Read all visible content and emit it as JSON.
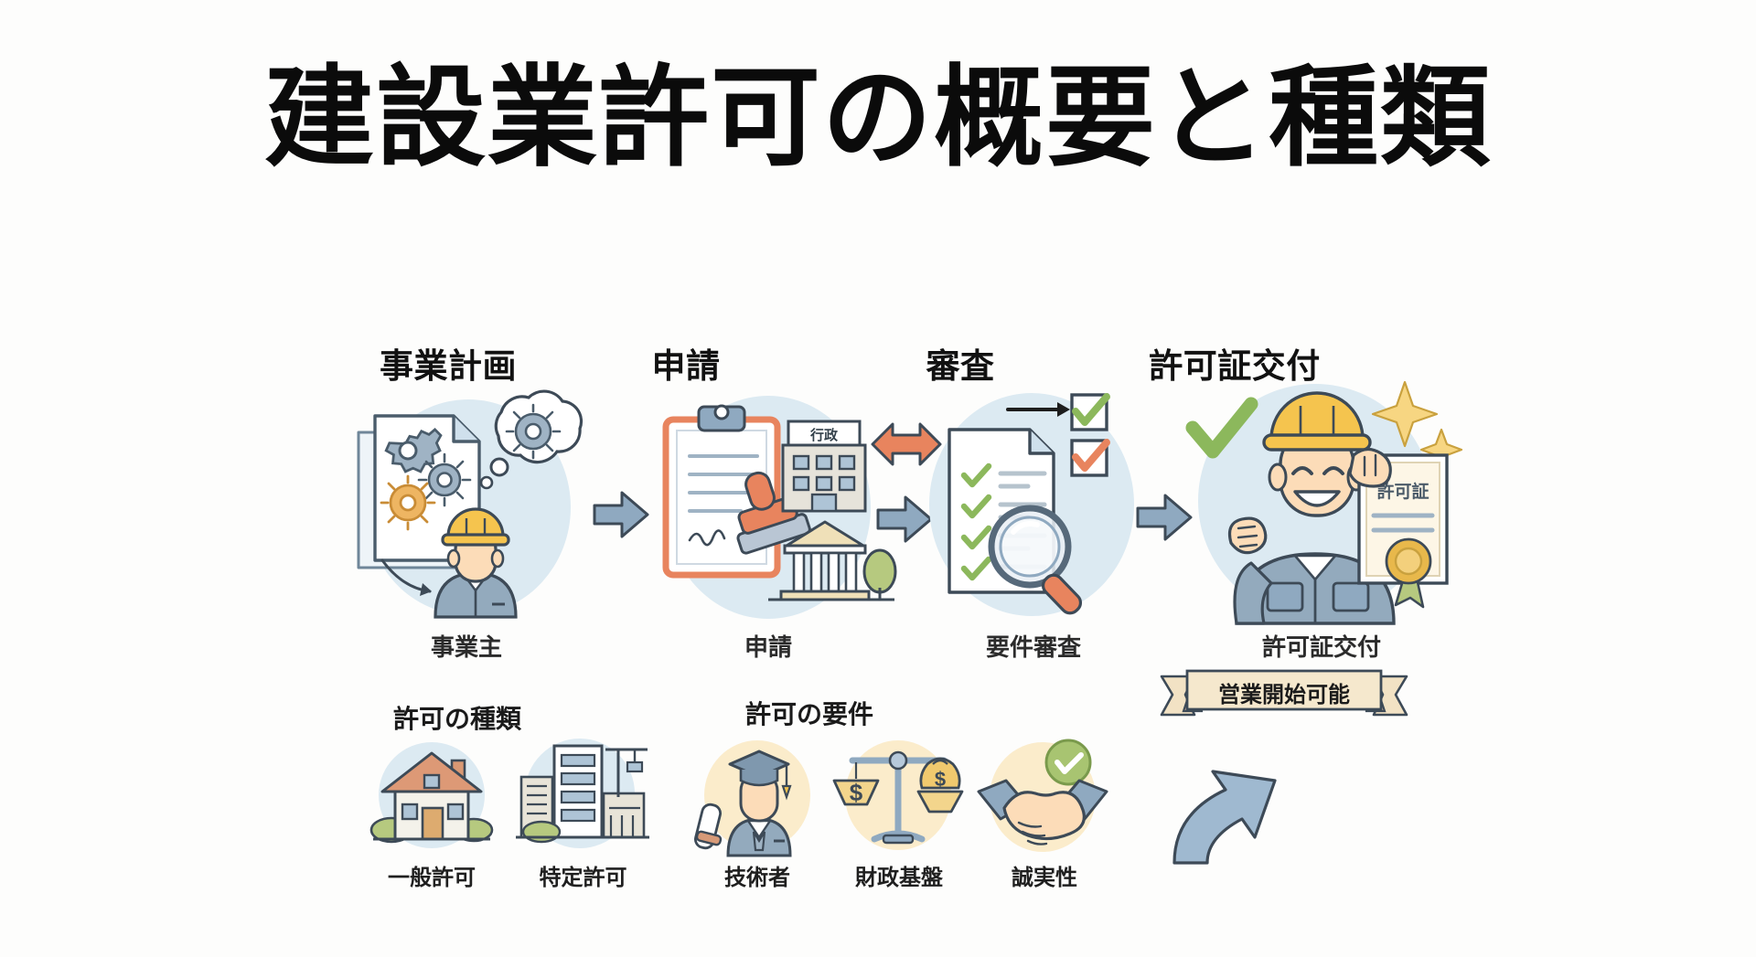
{
  "page": {
    "title": "建設業許可の概要と種類",
    "background_color": "#fdfdfc"
  },
  "palette": {
    "ink": "#3d4a57",
    "blue_gray": "#8fa9c0",
    "light_blue_circle": "#dceaf2",
    "pale_yellow_circle": "#fbeccb",
    "helmet_yellow": "#f5c44e",
    "skin": "#fcdcb8",
    "green_check": "#8cb85c",
    "orange": "#e8845e",
    "uniform_blue": "#93aabd",
    "banner_cream": "#f2e2c4",
    "gold_seal": "#e8b84b"
  },
  "flow": {
    "stages": [
      {
        "id": "plan",
        "heading": "事業計画",
        "caption": "事業主",
        "icon_name": "business-plan-icon"
      },
      {
        "id": "application",
        "heading": "申請",
        "caption": "申請",
        "icon_name": "application-stamp-icon",
        "building_sign": "行政"
      },
      {
        "id": "review",
        "heading": "審査",
        "caption": "要件審査",
        "icon_name": "review-checklist-icon"
      },
      {
        "id": "issuance",
        "heading": "許可証交付",
        "caption": "許可証交付",
        "icon_name": "permit-issued-icon",
        "certificate_label": "許可証"
      }
    ],
    "connectors": [
      {
        "id": "arrow-1",
        "style": "blue",
        "direction": "right"
      },
      {
        "id": "arrow-2",
        "style": "blue",
        "direction": "right"
      },
      {
        "id": "arrow-2-exchange",
        "style": "orange",
        "direction": "both"
      },
      {
        "id": "arrow-3",
        "style": "blue",
        "direction": "right"
      }
    ]
  },
  "permit_types": {
    "heading": "許可の種類",
    "items": [
      {
        "label": "一般許可",
        "icon_name": "house-icon"
      },
      {
        "label": "特定許可",
        "icon_name": "buildings-crane-icon"
      }
    ]
  },
  "permit_requirements": {
    "heading": "許可の要件",
    "items": [
      {
        "label": "技術者",
        "icon_name": "graduate-engineer-icon"
      },
      {
        "label": "財政基盤",
        "icon_name": "scales-money-icon"
      },
      {
        "label": "誠実性",
        "icon_name": "handshake-check-icon"
      }
    ]
  },
  "outcome": {
    "banner_text": "営業開始可能",
    "arrow_name": "growth-arrow-icon"
  }
}
